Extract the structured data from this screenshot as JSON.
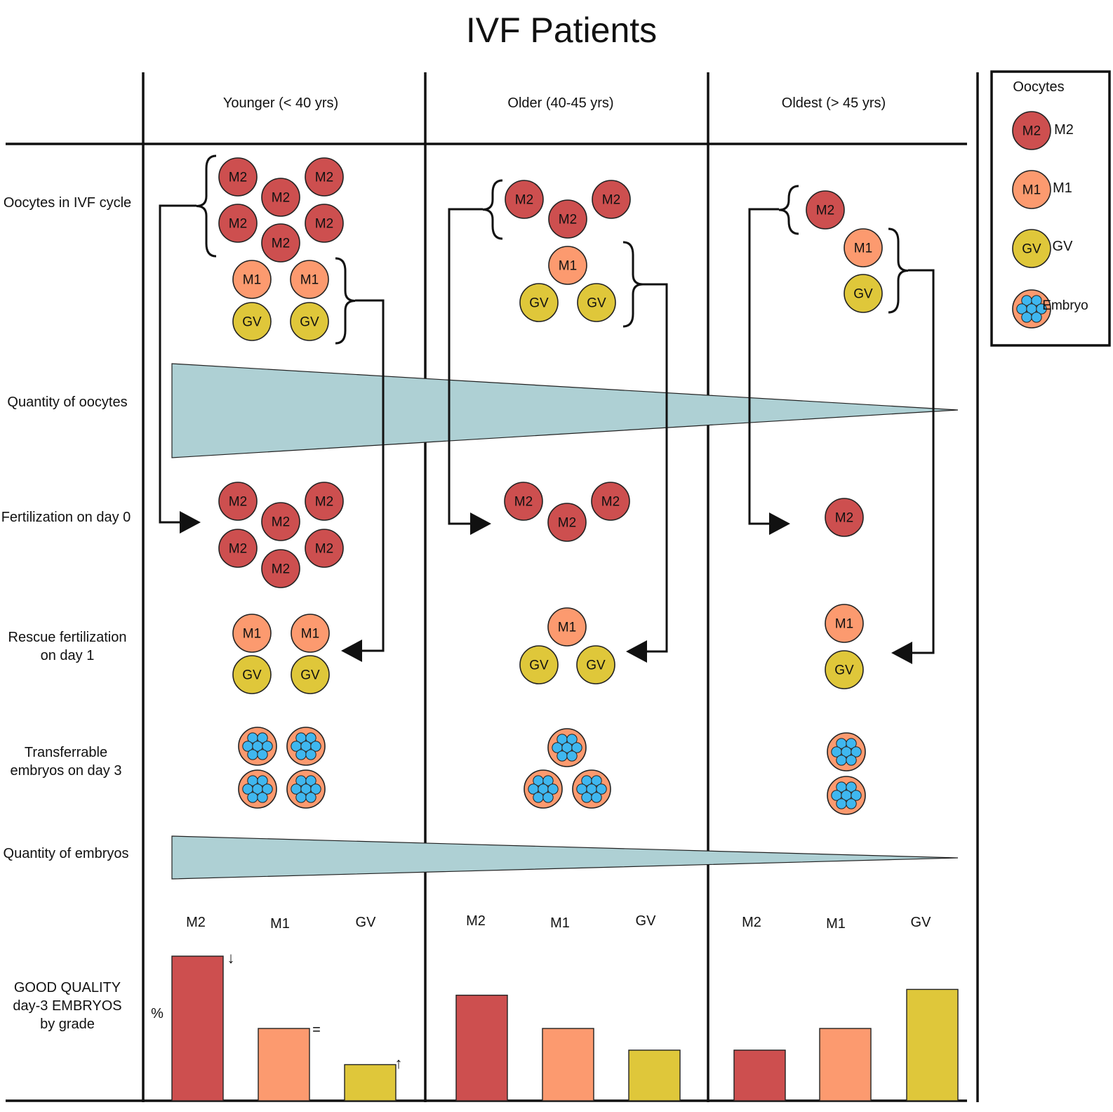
{
  "title": "IVF Patients",
  "columns": [
    "Younger (< 40 yrs)",
    "Older (40-45 yrs)",
    "Oldest (> 45 yrs)"
  ],
  "rows": {
    "oocytes": "Oocytes in IVF cycle",
    "quantity_oocytes": "Quantity of oocytes",
    "fertilization": "Fertilization on day 0",
    "rescue": [
      "Rescue fertilization",
      "on day 1"
    ],
    "embryos": [
      "Transferrable",
      "embryos on day 3"
    ],
    "quantity_embryos": "Quantity of embryos",
    "good_quality": [
      "GOOD QUALITY",
      "day-3 EMBRYOS",
      "by grade"
    ]
  },
  "percent_label": "%",
  "legend": {
    "title": "Oocytes",
    "items": [
      {
        "badge": "M2",
        "label": "M2"
      },
      {
        "badge": "M1",
        "label": "M1"
      },
      {
        "badge": "GV",
        "label": "GV"
      },
      {
        "badge": "",
        "label": "Embryo"
      }
    ]
  },
  "grade_labels": [
    "M2",
    "M1",
    "GV"
  ],
  "trend_markers": [
    "↓",
    "=",
    "↑"
  ],
  "colors": {
    "M2": "#cd4f4f",
    "M1": "#fc9a6f",
    "GV": "#dfc73a",
    "embryo_blue": "#3fb7ef",
    "wedge": "#aed0d4"
  },
  "chart_data": [
    {
      "type": "bar",
      "group": "Younger (< 40 yrs)",
      "categories": [
        "M2",
        "M1",
        "GV"
      ],
      "values": [
        100,
        50,
        25
      ],
      "ylabel": "%"
    },
    {
      "type": "bar",
      "group": "Older (40-45 yrs)",
      "categories": [
        "M2",
        "M1",
        "GV"
      ],
      "values": [
        73,
        50,
        35
      ],
      "ylabel": "%"
    },
    {
      "type": "bar",
      "group": "Oldest (> 45 yrs)",
      "categories": [
        "M2",
        "M1",
        "GV"
      ],
      "values": [
        35,
        50,
        77
      ],
      "ylabel": "%"
    }
  ]
}
